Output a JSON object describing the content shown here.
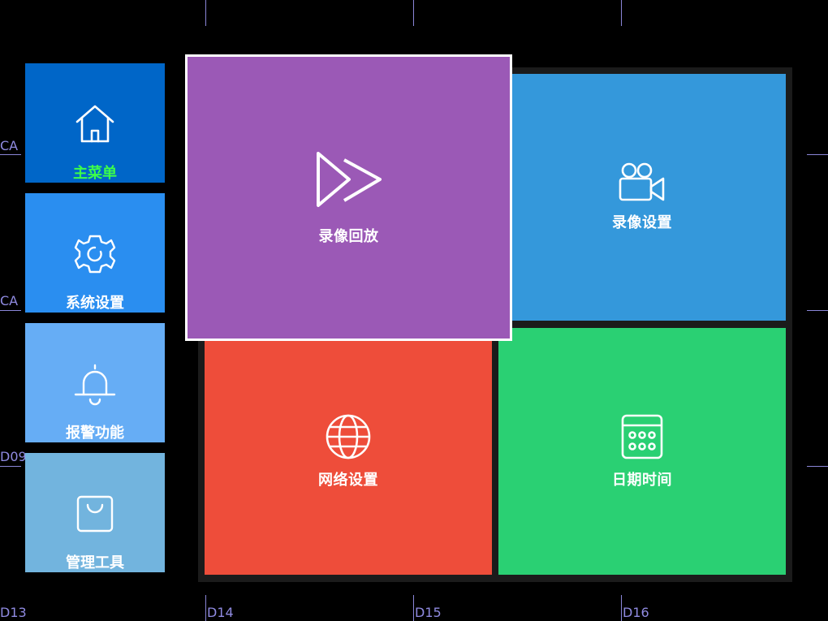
{
  "channels": {
    "left": [
      "CA",
      "CA",
      "D09"
    ],
    "bottom": [
      "D13",
      "D14",
      "D15",
      "D16"
    ]
  },
  "sidebar": {
    "items": [
      {
        "label": "主菜单",
        "icon": "home-icon",
        "color": "#0066c8",
        "label_color": "#3cff4a",
        "selected": true
      },
      {
        "label": "系统设置",
        "icon": "gear-icon",
        "color": "#2a8ef0",
        "label_color": "#ffffff"
      },
      {
        "label": "报警功能",
        "icon": "bell-icon",
        "color": "#66adf5",
        "label_color": "#ffffff"
      },
      {
        "label": "管理工具",
        "icon": "bag-icon",
        "color": "#72b4de",
        "label_color": "#ffffff"
      }
    ]
  },
  "tiles": [
    {
      "label": "录像回放",
      "icon": "fast-forward-icon",
      "color": "#9b59b6",
      "focused": true
    },
    {
      "label": "录像设置",
      "icon": "video-camera-icon",
      "color": "#3498db"
    },
    {
      "label": "网络设置",
      "icon": "globe-icon",
      "color": "#ee4d3a"
    },
    {
      "label": "日期时间",
      "icon": "calendar-icon",
      "color": "#2ad073"
    }
  ],
  "colors": {
    "background": "#000000",
    "grid_line": "#8a86d8",
    "focus_border": "#ffffff",
    "panel_frame": "#1b1b1b"
  }
}
